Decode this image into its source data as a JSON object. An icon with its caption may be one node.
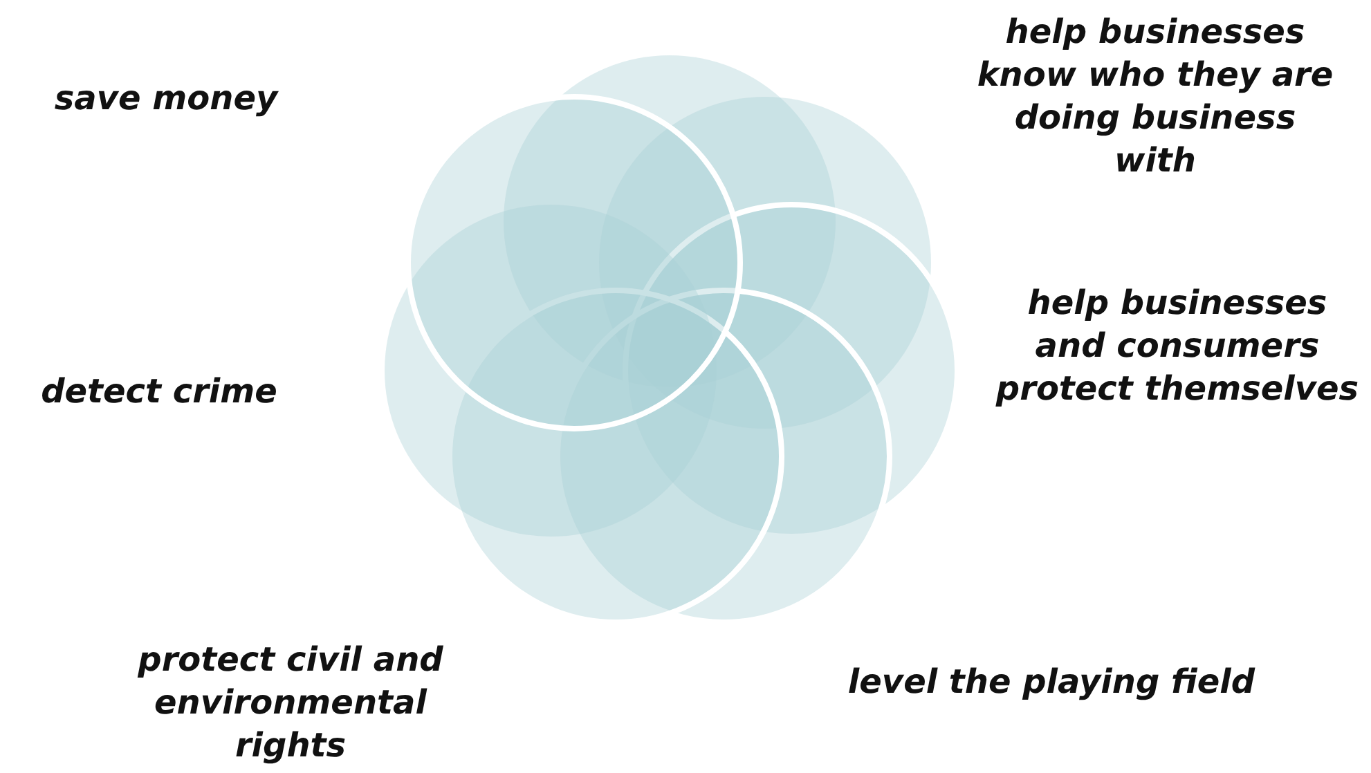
{
  "diagram": {
    "labels": [
      "help businesses know who they are doing business with",
      "save money",
      "help businesses and consumers protect themselves",
      "detect crime",
      "protect civil and environmental rights",
      "level the playing field"
    ]
  }
}
